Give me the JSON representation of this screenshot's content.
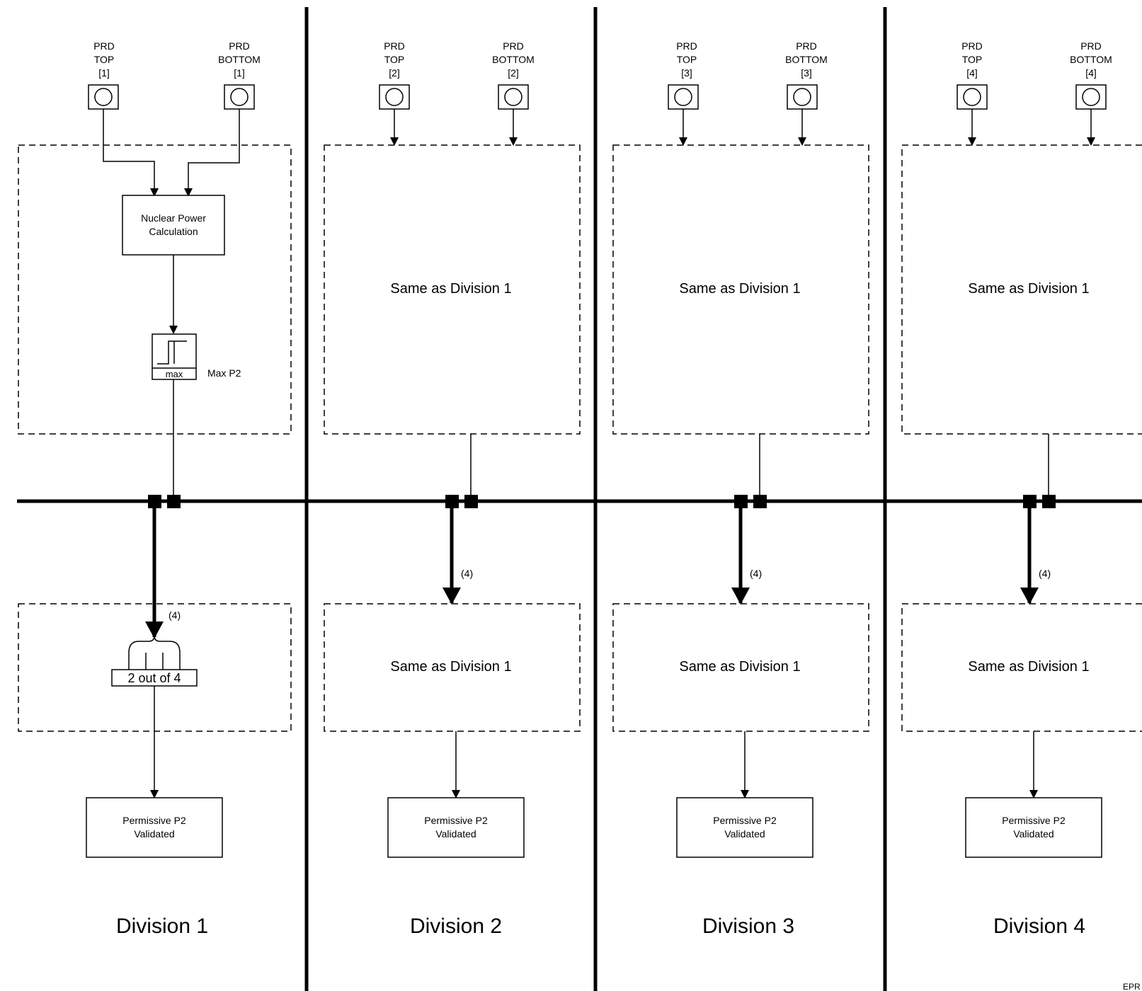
{
  "division_1": {
    "sensor_top": {
      "l1": "PRD",
      "l2": "TOP",
      "l3": "[1]"
    },
    "sensor_bottom": {
      "l1": "PRD",
      "l2": "BOTTOM",
      "l3": "[1]"
    },
    "calc_line1": "Nuclear Power",
    "calc_line2": "Calculation",
    "threshold_inner": "max",
    "threshold_label": "Max P2",
    "bus_count": "(4)",
    "voting": "2 out of 4",
    "output_line1": "Permissive P2",
    "output_line2": "Validated",
    "title": "Division 1"
  },
  "division_2": {
    "sensor_top": {
      "l1": "PRD",
      "l2": "TOP",
      "l3": "[2]"
    },
    "sensor_bottom": {
      "l1": "PRD",
      "l2": "BOTTOM",
      "l3": "[2]"
    },
    "same_upper": "Same as Division 1",
    "bus_count": "(4)",
    "same_lower": "Same as Division 1",
    "output_line1": "Permissive P2",
    "output_line2": "Validated",
    "title": "Division 2"
  },
  "division_3": {
    "sensor_top": {
      "l1": "PRD",
      "l2": "TOP",
      "l3": "[3]"
    },
    "sensor_bottom": {
      "l1": "PRD",
      "l2": "BOTTOM",
      "l3": "[3]"
    },
    "same_upper": "Same as Division 1",
    "bus_count": "(4)",
    "same_lower": "Same as Division 1",
    "output_line1": "Permissive P2",
    "output_line2": "Validated",
    "title": "Division 3"
  },
  "division_4": {
    "sensor_top": {
      "l1": "PRD",
      "l2": "TOP",
      "l3": "[4]"
    },
    "sensor_bottom": {
      "l1": "PRD",
      "l2": "BOTTOM",
      "l3": "[4]"
    },
    "same_upper": "Same as Division 1",
    "bus_count": "(4)",
    "same_lower": "Same as Division 1",
    "output_line1": "Permissive P2",
    "output_line2": "Validated",
    "title": "Division 4"
  },
  "corner_code": "EPR"
}
